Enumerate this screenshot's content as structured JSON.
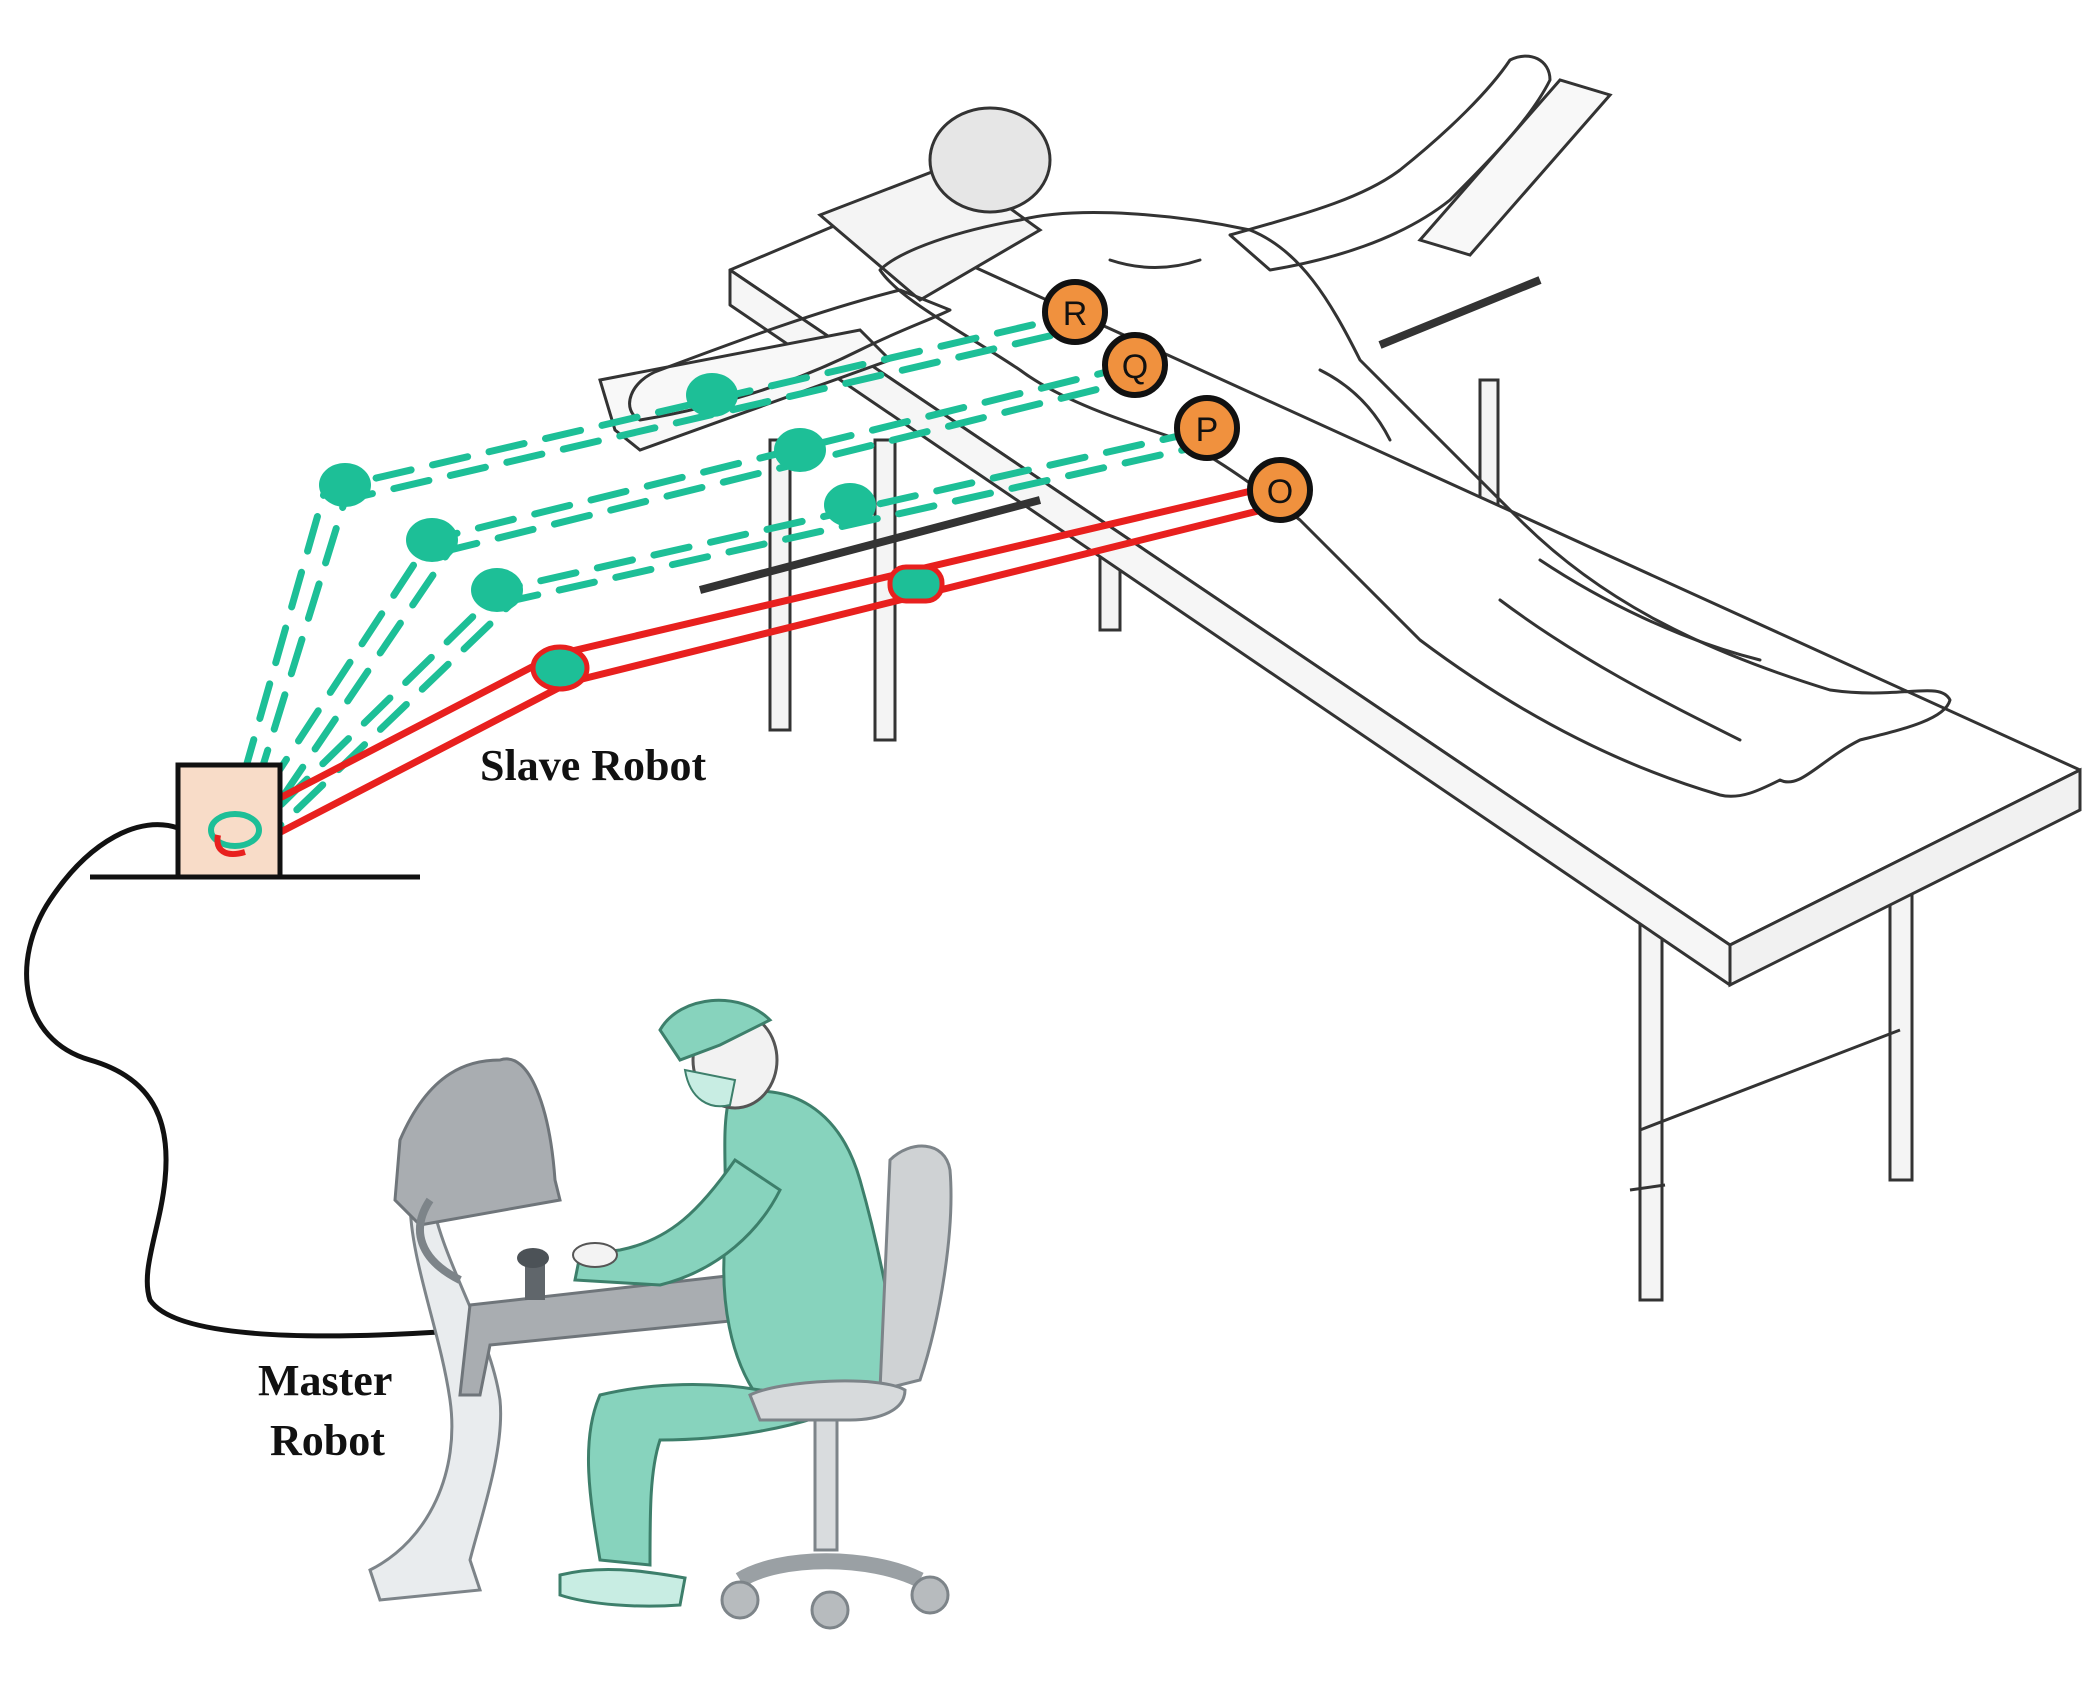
{
  "labels": {
    "slave_robot": "Slave Robot",
    "master_robot_line1": "Master",
    "master_robot_line2": "Robot"
  },
  "ports": [
    {
      "id": "R",
      "label": "R"
    },
    {
      "id": "Q",
      "label": "Q"
    },
    {
      "id": "P",
      "label": "P"
    },
    {
      "id": "O",
      "label": "O"
    }
  ],
  "colors": {
    "active_arm": "#e8201e",
    "alternate_arms": "#1dbf97",
    "port_fill": "#f0913e",
    "base_box": "#f8dcc8",
    "gown": "#87d3bd",
    "console": "#a9adb1",
    "chair": "#cfd2d4",
    "body": "#e6e6e6"
  }
}
